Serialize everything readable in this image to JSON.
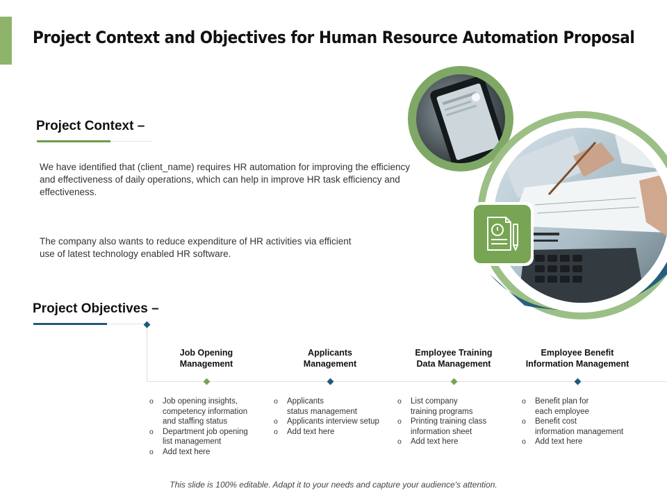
{
  "title": "Project Context and Objectives for Human Resource Automation Proposal",
  "context": {
    "heading": "Project Context –",
    "paragraphs": [
      "We have identified that (client_name) requires HR automation for improving the efficiency and effectiveness of daily operations, which can help in improve HR task efficiency and effectiveness.",
      "The company also wants to reduce expenditure of HR activities via efficient use of latest technology enabled HR software."
    ]
  },
  "objectives": {
    "heading": "Project Objectives –",
    "columns": [
      {
        "title_lines": [
          "Job Opening",
          "Management"
        ],
        "items": [
          [
            "Job opening insights,",
            "competency information",
            "and staffing status"
          ],
          [
            "Department job opening",
            "list management"
          ],
          [
            "Add text here"
          ]
        ]
      },
      {
        "title_lines": [
          "Applicants",
          "Management"
        ],
        "items": [
          [
            "Applicants",
            "status management"
          ],
          [
            "Applicants interview setup"
          ],
          [
            "Add text here"
          ]
        ]
      },
      {
        "title_lines": [
          "Employee Training",
          "Data Management"
        ],
        "items": [
          [
            "List company",
            "training programs"
          ],
          [
            "Printing training class",
            "information sheet"
          ],
          [
            "Add text here"
          ]
        ]
      },
      {
        "title_lines": [
          "Employee Benefit",
          "Information Management"
        ],
        "items": [
          [
            "Benefit plan for",
            "each employee"
          ],
          [
            "Benefit cost",
            "information management"
          ],
          [
            "Add text here"
          ]
        ]
      }
    ]
  },
  "footer": "This slide is 100% editable. Adapt it to your needs and capture your audience's attention.",
  "colors": {
    "accent_green": "#8db46a",
    "dark_green": "#6a9c48",
    "dark_blue": "#1f5a7a",
    "icon_tile": "#77a553"
  },
  "icons": {
    "document_icon": "document-with-seal-and-pen-icon"
  }
}
